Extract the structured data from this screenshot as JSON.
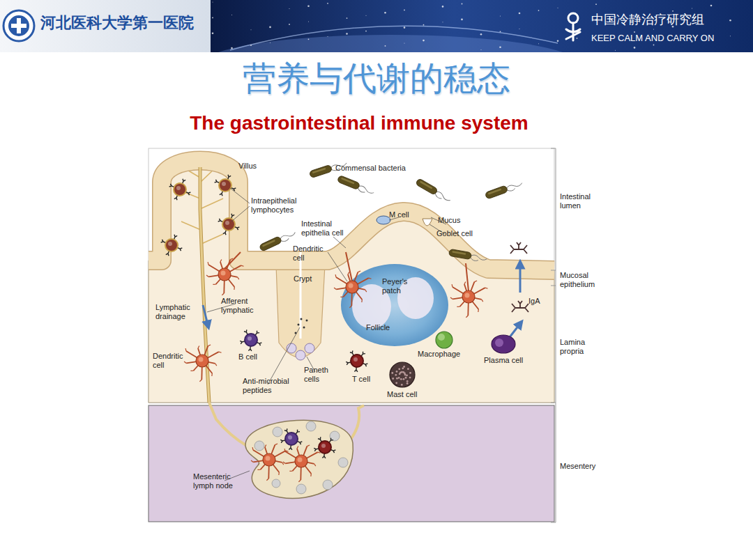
{
  "diagram": {
    "title": "营养与代谢的稳态",
    "nodes": [
      {
        "text": [
          "河北医科大学第一医院",
          "中国冷静治疗研究组",
          "KEEP CALM AND CARRY ON"
        ]
      },
      {
        "text": [
          "Peyer's patch",
          "Follicle"
        ]
      }
    ],
    "labels": [
      "The gastrointestinal immune system",
      "Villus",
      "Commensal bacteria",
      "Intestinal lumen",
      "Intraepithelial lymphocytes",
      "M cell",
      "Mucus",
      "Intestinal epithelia cell",
      "Goblet cell",
      "Dendritic cell",
      "Mucosal epithelium",
      "Crypt",
      "IgA",
      "Lymphatic drainage",
      "Afferent lymphatic",
      "Lamina propria",
      "Macrophage",
      "B cell",
      "Dendritic cell",
      "Plasma cell",
      "Paneth cells",
      "T cell",
      "Anti-microbial peptides",
      "Mast cell",
      "Mesentery",
      "Mesenteric lymph node"
    ]
  }
}
